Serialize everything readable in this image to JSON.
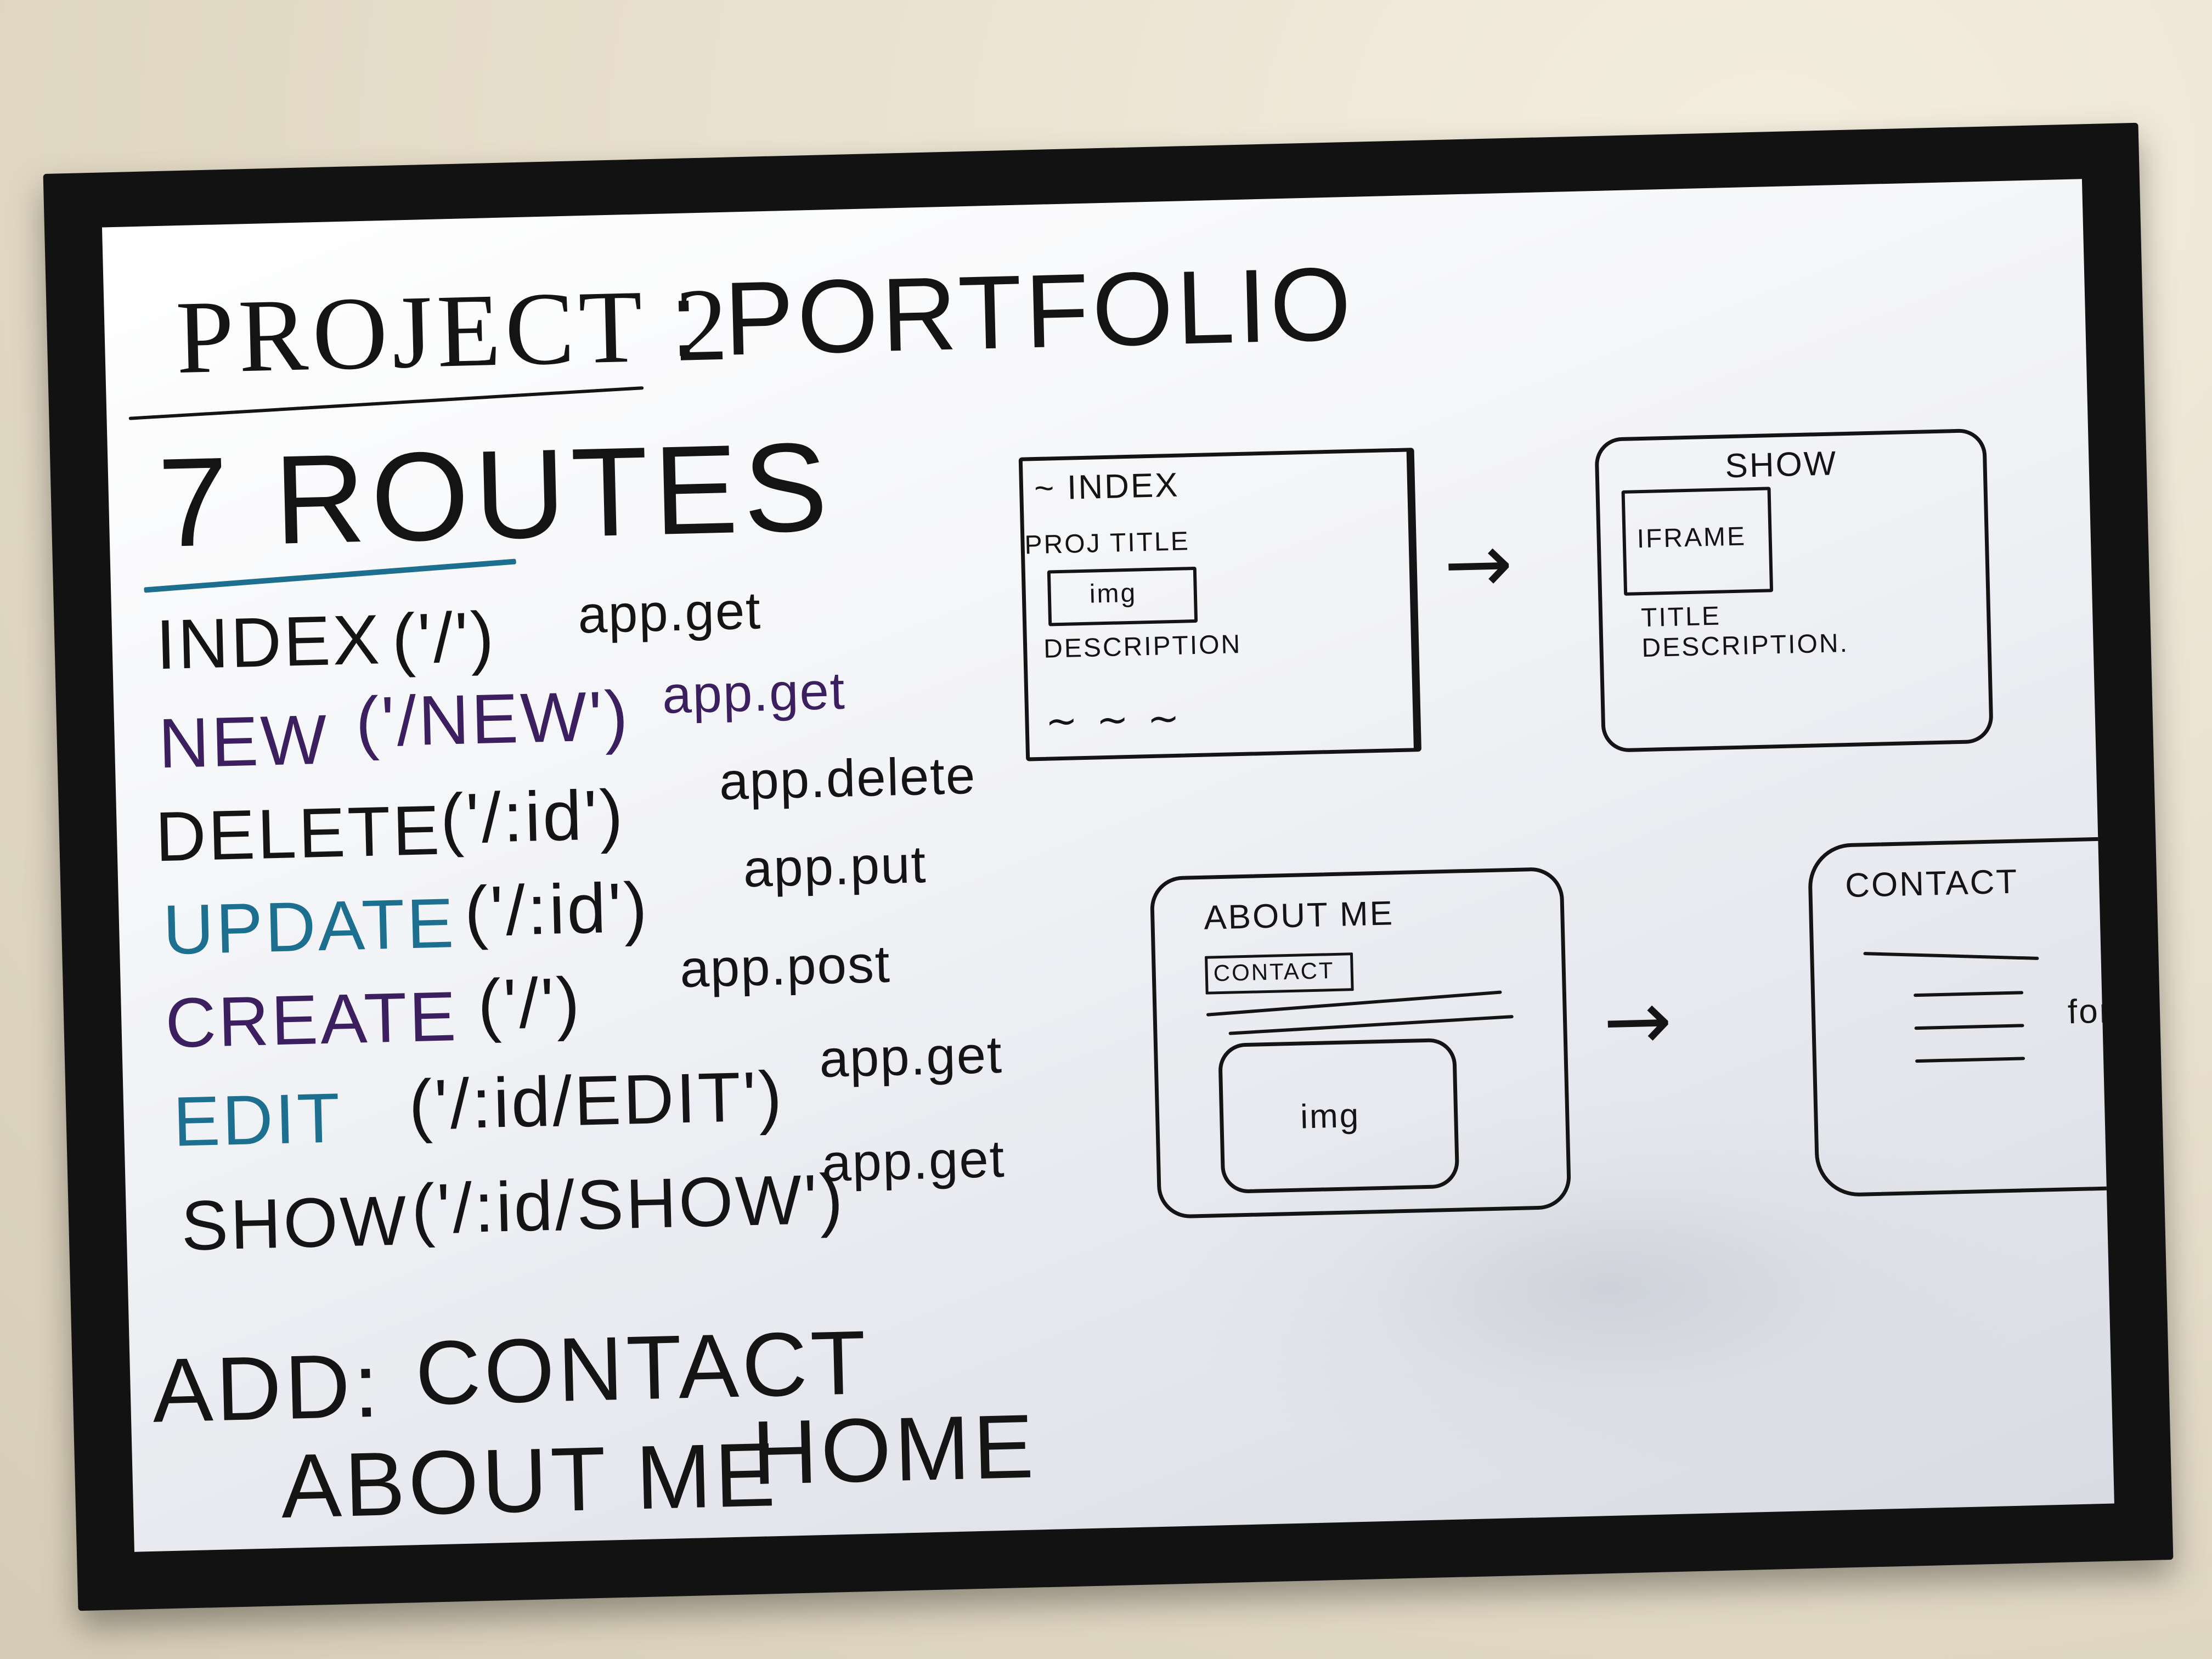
{
  "whiteboard": {
    "title_left": "PROJECT 2",
    "title_sep": ":",
    "title_right": "PORTFOLIO",
    "routes_heading": "7 ROUTES",
    "routes": [
      {
        "label": "INDEX",
        "path": "('/')",
        "method": "app.get"
      },
      {
        "label": "NEW",
        "path": "('/NEW')",
        "method": "app.get"
      },
      {
        "label": "DELETE",
        "path": "('/:id')",
        "method": "app.delete"
      },
      {
        "label": "UPDATE",
        "path": "('/:id')",
        "method": "app.put"
      },
      {
        "label": "CREATE",
        "path": "('/')",
        "method": "app.post"
      },
      {
        "label": "EDIT",
        "path": "('/:id/EDIT')",
        "method": "app.get"
      },
      {
        "label": "SHOW",
        "path": "('/:id/SHOW')",
        "method": "app.get"
      }
    ],
    "add_label": "ADD:",
    "add_items": [
      "CONTACT",
      "ABOUT ME",
      "HOME"
    ],
    "sketches": {
      "index": {
        "title": "INDEX",
        "proj_title": "PROJ TITLE",
        "img": "img",
        "description": "DESCRIPTION",
        "tilde": "~",
        "footer_squiggle": "~ ~ ~"
      },
      "show": {
        "title": "SHOW",
        "iframe": "IFRAME",
        "title_label": "TITLE",
        "description": "DESCRIPTION."
      },
      "about": {
        "title": "ABOUT ME",
        "contact_button": "CONTACT",
        "img": "img"
      },
      "contact": {
        "title": "CONTACT",
        "form": "form"
      },
      "arrow_glyph": "→"
    },
    "ink_colors": {
      "black": "#141414",
      "purple": "#3c1f5e",
      "blue": "#1d6f8f"
    }
  }
}
